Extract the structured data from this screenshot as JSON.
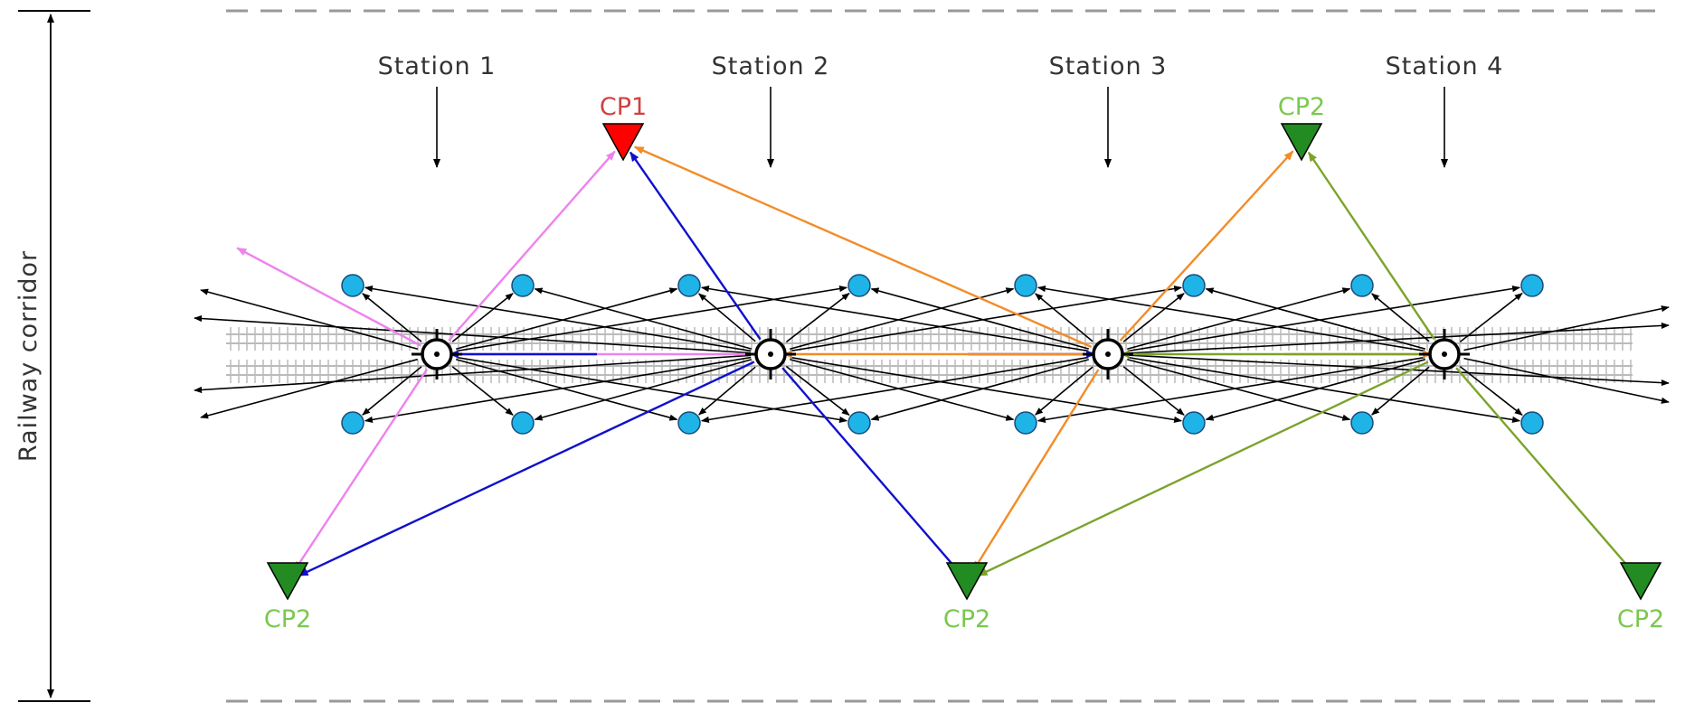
{
  "corridor_label": "Railway corridor",
  "stations": [
    {
      "label": "Station 1"
    },
    {
      "label": "Station 2"
    },
    {
      "label": "Station 3"
    },
    {
      "label": "Station 4"
    }
  ],
  "control_points": [
    {
      "id": "cp1-top",
      "label": "CP1",
      "color": "#ff0000",
      "label_color": "#d04040"
    },
    {
      "id": "cp2-top",
      "label": "CP2",
      "color": "#228b22",
      "label_color": "#7ac84e"
    },
    {
      "id": "cp2-bottom-left",
      "label": "CP2",
      "color": "#228b22",
      "label_color": "#7ac84e"
    },
    {
      "id": "cp2-bottom-mid",
      "label": "CP2",
      "color": "#228b22",
      "label_color": "#7ac84e"
    },
    {
      "id": "cp2-bottom-right",
      "label": "CP2",
      "color": "#228b22",
      "label_color": "#7ac84e"
    }
  ],
  "colors": {
    "station1_links": "#ee82ee",
    "station2_links": "#1010cc",
    "station3_links": "#f28c28",
    "station4_links": "#7ca32c",
    "target_markers": "#1eb4e8",
    "observation_lines": "#000000",
    "track": "#bbbbbb",
    "corridor_border": "#999999"
  },
  "icons": {
    "station": "total-station-icon",
    "target": "target-prism-icon",
    "control_point": "triangle-icon"
  }
}
